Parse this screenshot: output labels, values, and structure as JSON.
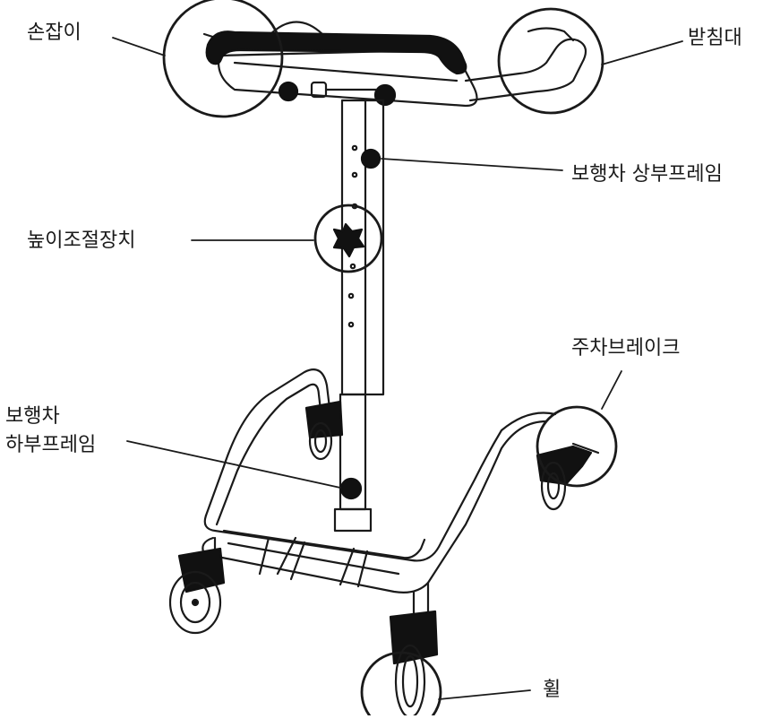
{
  "colors": {
    "ink": "#1a1a1a",
    "background": "#ffffff",
    "part_black": "#111111"
  },
  "labels": {
    "handle": "손잡이",
    "support": "받침대",
    "upper_frame": "보행차 상부프레임",
    "height_adjuster": "높이조절장치",
    "parking_brake": "주차브레이크",
    "lower_frame_line1": "보행차",
    "lower_frame_line2": "하부프레임",
    "wheel": "휠"
  }
}
